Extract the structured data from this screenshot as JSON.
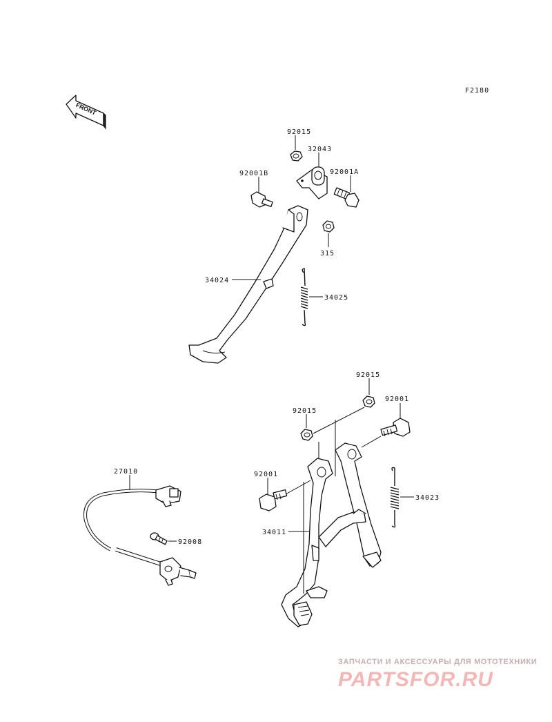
{
  "figure_code": "F2180",
  "front_label": "FRONT",
  "parts": [
    {
      "id": "p92015a",
      "label": "92015"
    },
    {
      "id": "p32043",
      "label": "32043"
    },
    {
      "id": "p92001B",
      "label": "92001B"
    },
    {
      "id": "p92001A",
      "label": "92001A"
    },
    {
      "id": "p315",
      "label": "315"
    },
    {
      "id": "p34024",
      "label": "34024"
    },
    {
      "id": "p34025",
      "label": "34025"
    },
    {
      "id": "p92015b",
      "label": "92015"
    },
    {
      "id": "p92015c",
      "label": "92015"
    },
    {
      "id": "p92001c",
      "label": "92001"
    },
    {
      "id": "p92001d",
      "label": "92001"
    },
    {
      "id": "p34023",
      "label": "34023"
    },
    {
      "id": "p34011",
      "label": "34011"
    },
    {
      "id": "p27010",
      "label": "27010"
    },
    {
      "id": "p92008",
      "label": "92008"
    }
  ],
  "watermark": {
    "tagline": "ЗАПЧАСТИ И АКСЕССУАРЫ ДЛЯ МОТОТЕХНИКИ",
    "logo": "PARTSFOR.RU",
    "color": "#f2b7b7"
  }
}
